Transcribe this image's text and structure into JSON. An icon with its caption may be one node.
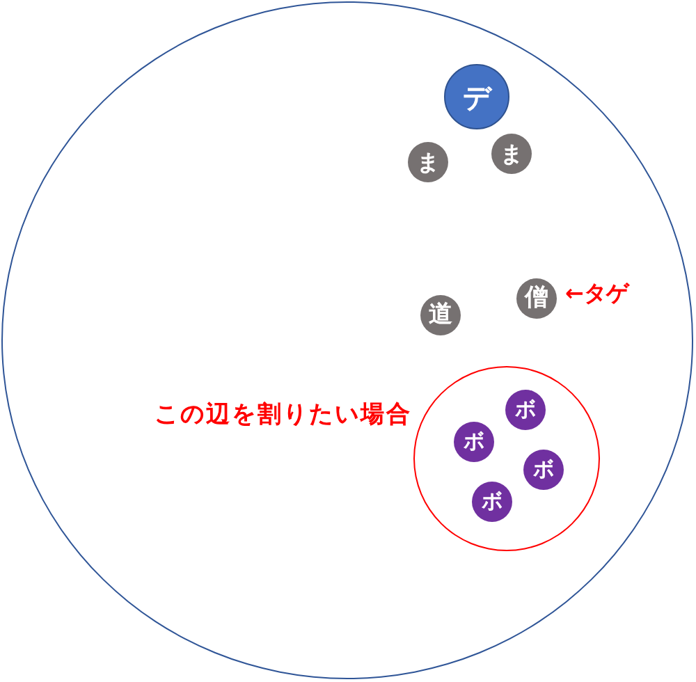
{
  "diagram": {
    "nodes": [
      {
        "text": [],
        "shape": "circle"
      },
      {
        "text": [
          "デ"
        ],
        "in": 0
      },
      {
        "text": [
          "ま"
        ],
        "in": 0
      },
      {
        "text": [
          "ま"
        ],
        "in": 0
      },
      {
        "text": [
          "道"
        ],
        "in": 0
      },
      {
        "text": [
          "僧"
        ],
        "in": 0,
        "beside": [
          "←タゲ"
        ]
      },
      {
        "text": [],
        "shape": "circle",
        "in": 0,
        "beside": [
          "この辺を割りたい場合"
        ]
      },
      {
        "text": [
          "ボ"
        ],
        "in": 6
      },
      {
        "text": [
          "ボ"
        ],
        "in": 6
      },
      {
        "text": [
          "ボ"
        ],
        "in": 6
      },
      {
        "text": [
          "ボ"
        ],
        "in": 6
      }
    ]
  }
}
